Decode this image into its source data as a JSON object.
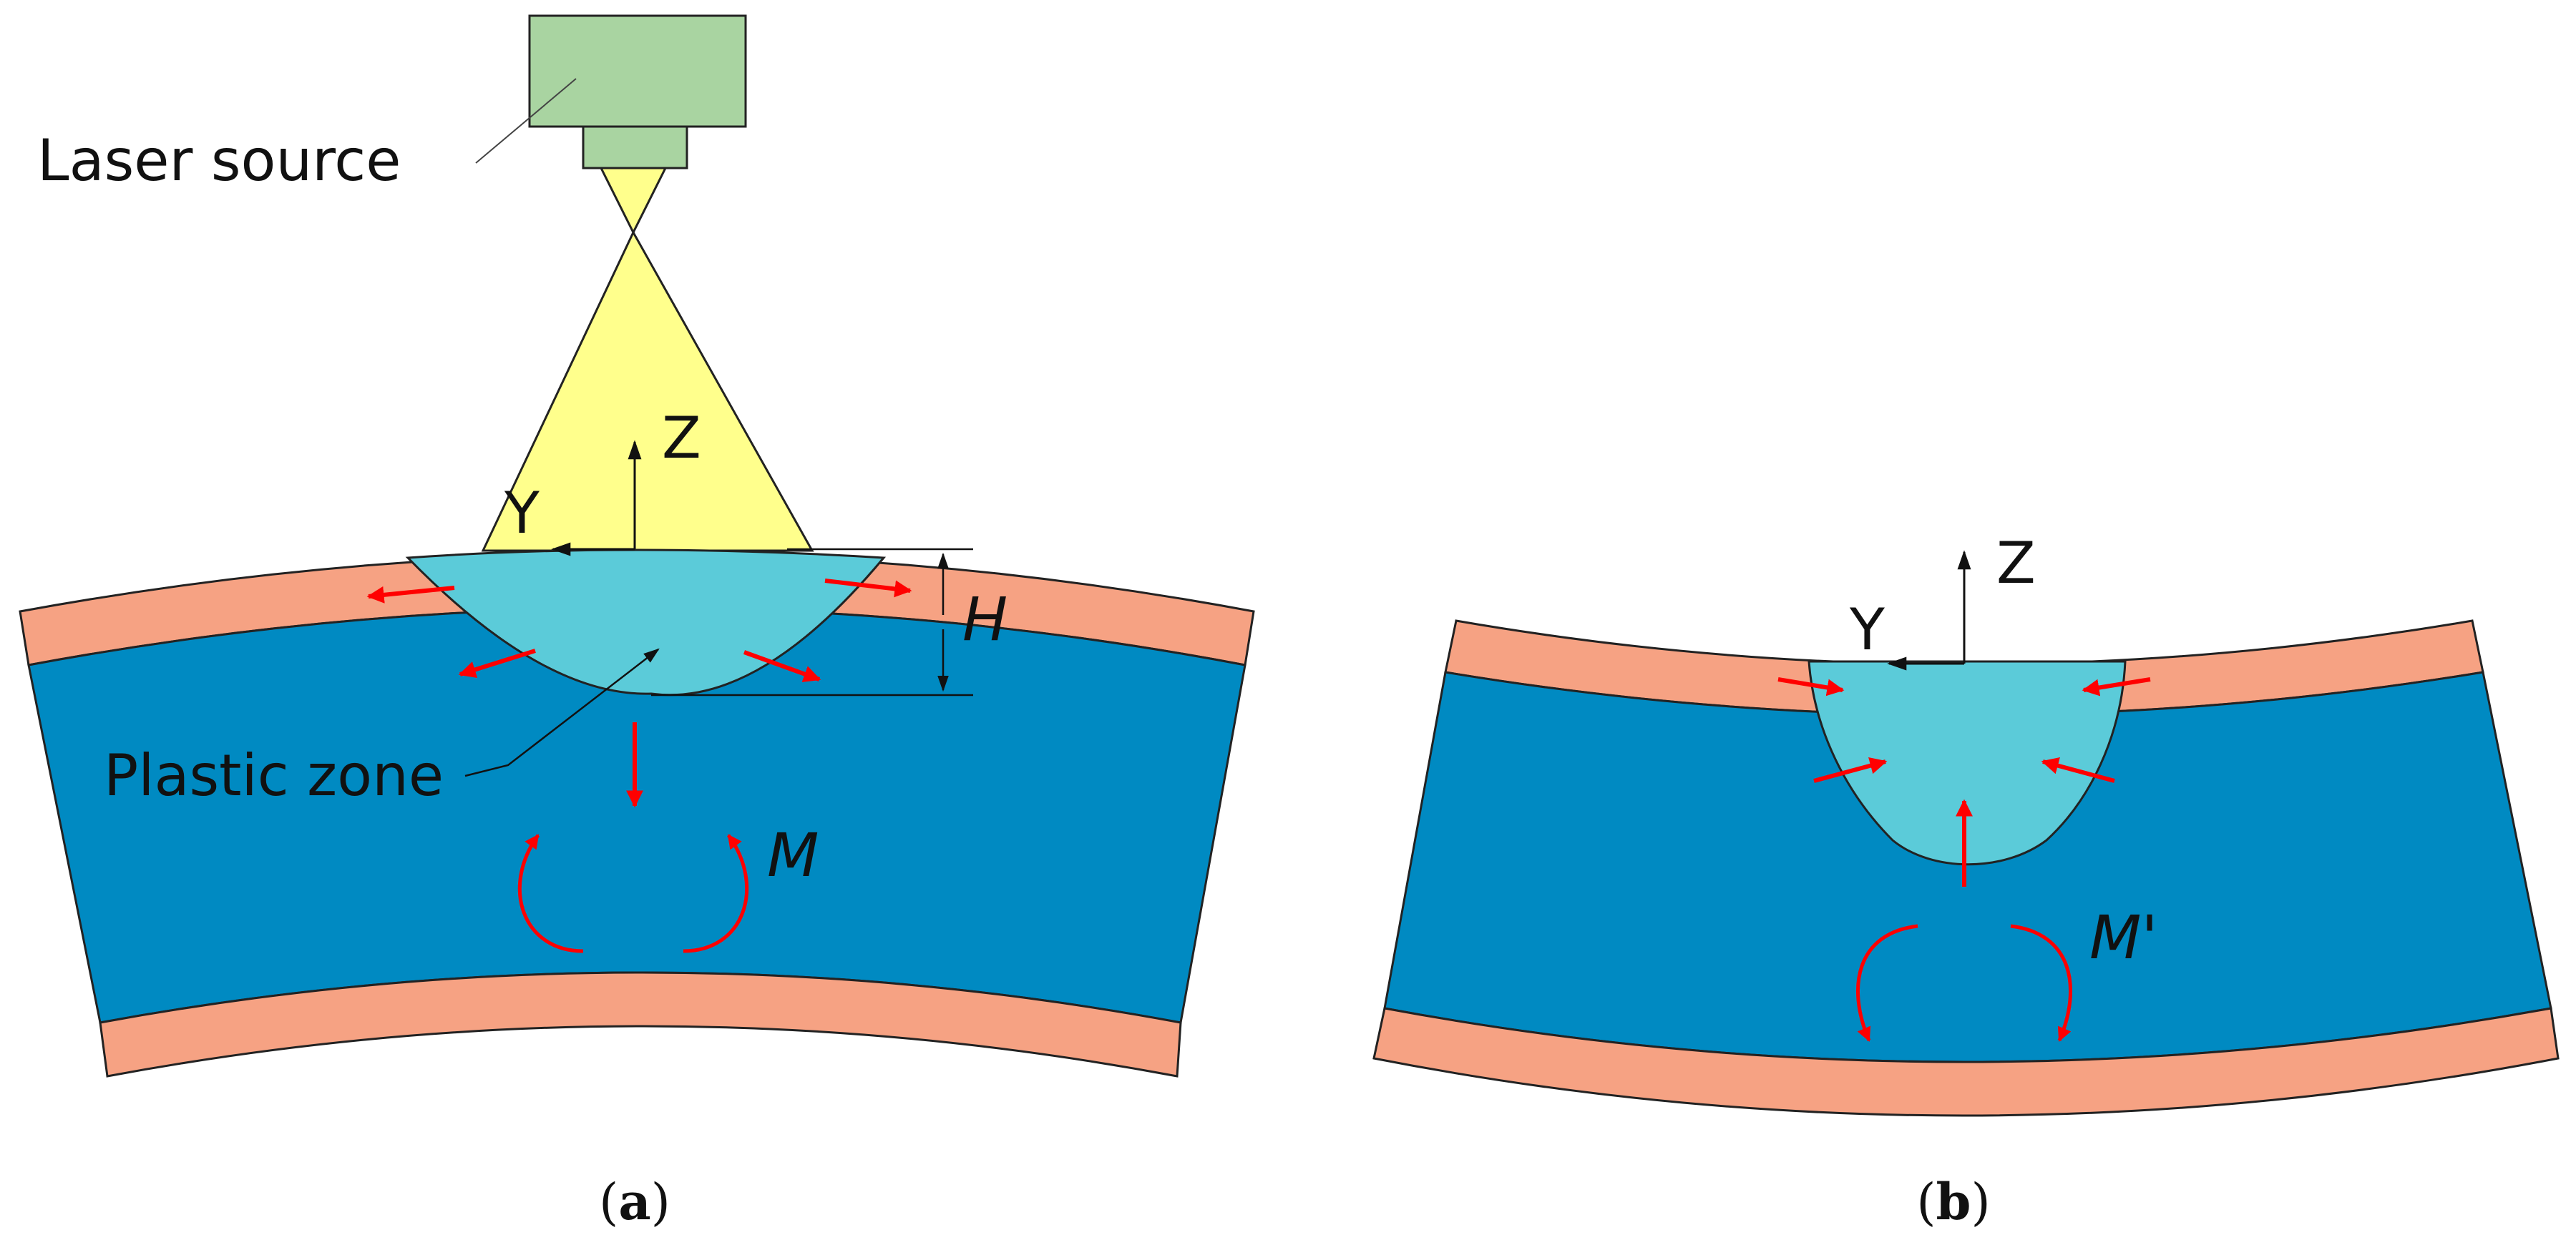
{
  "panel_a": {
    "laser_label": "Laser source",
    "axis_z": "Z",
    "axis_y": "Y",
    "depth_label": "H",
    "zone_label": "Plastic zone",
    "moment_label": "M",
    "caption_open": "(",
    "caption_letter": "a",
    "caption_close": ")"
  },
  "panel_b": {
    "axis_z": "Z",
    "axis_y": "Y",
    "moment_label": "M'",
    "caption_open": "(",
    "caption_letter": "b",
    "caption_close": ")"
  },
  "colors": {
    "outer_layer": "#F6A283",
    "inner_layer": "#008AC2",
    "plastic_zone": "#5BCBD9",
    "laser_body": "#A9D4A1",
    "laser_beam": "#FFFF8C",
    "force_arrow": "#FF0000",
    "outline": "#222222"
  }
}
